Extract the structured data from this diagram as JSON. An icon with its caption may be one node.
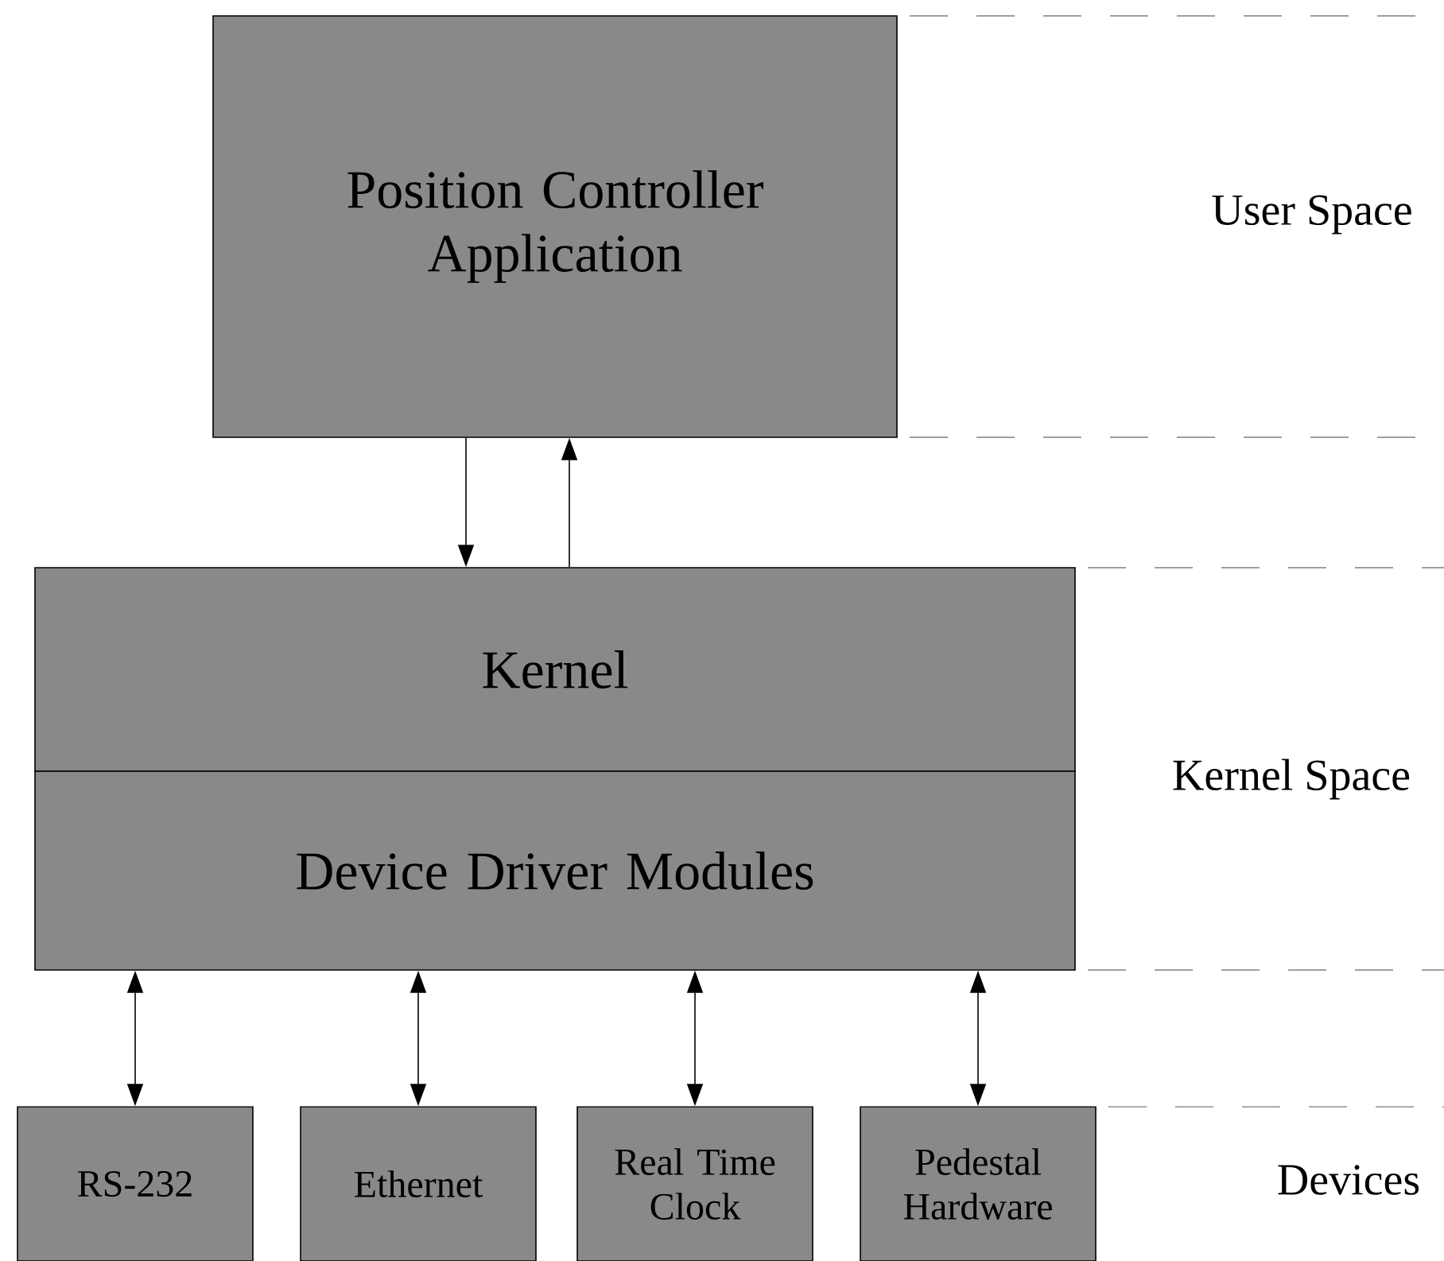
{
  "diagram": {
    "nodes": [
      {
        "text": [
          "Position Controller Application"
        ]
      },
      {
        "text": [
          "Kernel"
        ]
      },
      {
        "text": [
          "Device Driver Modules"
        ]
      },
      {
        "text": [
          "RS-232"
        ]
      },
      {
        "text": [
          "Ethernet"
        ]
      },
      {
        "text": [
          "Real Time Clock"
        ]
      },
      {
        "text": [
          "Pedestal Hardware"
        ]
      }
    ],
    "edges": [
      {
        "from": 0,
        "to": 1,
        "arrow": "to"
      },
      {
        "from": 1,
        "to": 0,
        "arrow": "to"
      },
      {
        "from": 2,
        "to": 3,
        "arrow": "both"
      },
      {
        "from": 2,
        "to": 4,
        "arrow": "both"
      },
      {
        "from": 2,
        "to": 5,
        "arrow": "both"
      },
      {
        "from": 2,
        "to": 6,
        "arrow": "both"
      }
    ],
    "labels": [
      "User Space",
      "Kernel Space",
      "Devices"
    ]
  }
}
